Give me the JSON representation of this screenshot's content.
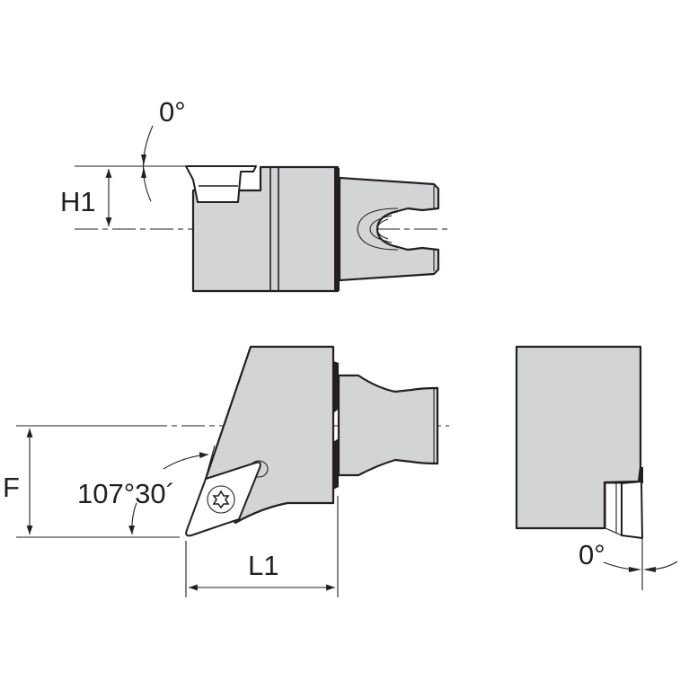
{
  "colors": {
    "body_fill": "#d3d4d6",
    "line": "#231f20",
    "background": "#ffffff"
  },
  "top_view": {
    "angle_label": "0°",
    "height_label": "H1"
  },
  "front_view": {
    "angle_label": "107°30´",
    "offset_label": "F",
    "length_label": "L1"
  },
  "end_view": {
    "angle_label": "0°"
  },
  "icons": {
    "insert_screw": "torx-screw-icon",
    "insert": "diamond-insert-icon"
  }
}
